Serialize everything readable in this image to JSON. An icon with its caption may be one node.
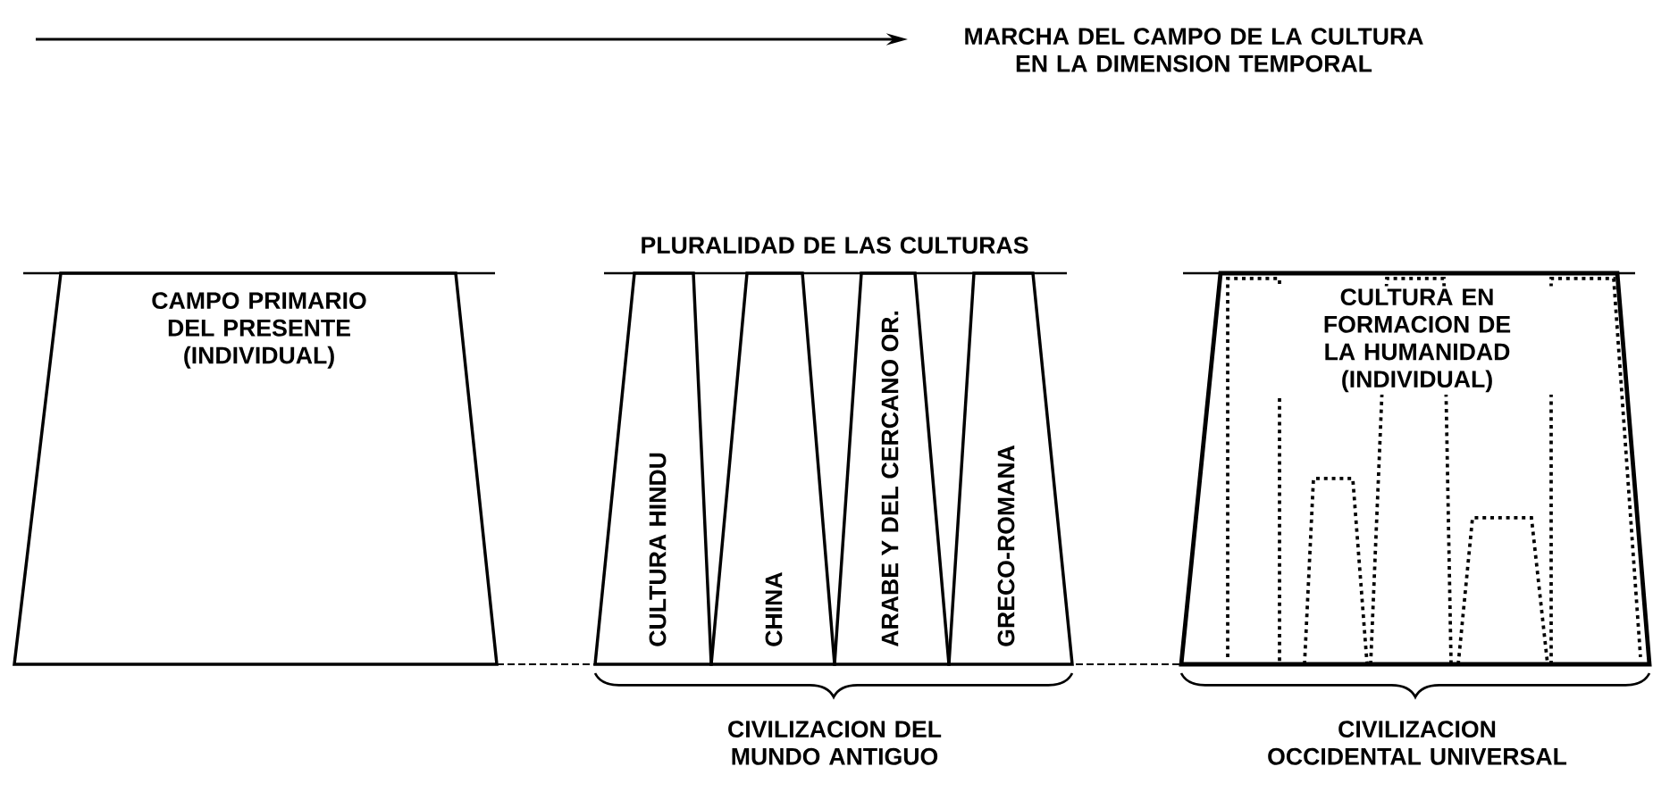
{
  "diagram": {
    "nodes": [
      {
        "text": [
          "CAMPO PRIMARIO DEL PRESENTE (INDIVIDUAL)"
        ]
      },
      {
        "text": [
          "CULTURA HINDU"
        ]
      },
      {
        "text": [
          "CHINA"
        ]
      },
      {
        "text": [
          "ARABE Y DEL CERCANO OR."
        ]
      },
      {
        "text": [
          "GRECO-ROMANA"
        ]
      },
      {
        "text": [
          "CULTURA EN FORMACION DE LA HUMANIDAD (INDIVIDUAL)"
        ]
      }
    ],
    "edges": [
      {
        "from": 0,
        "to": 5,
        "arrow": "none",
        "style": "dashed"
      }
    ],
    "labels": [
      "MARCHA DEL CAMPO DE LA CULTURA EN LA DIMENSION TEMPORAL",
      "PLURALIDAD DE LAS CULTURAS",
      "CIVILIZACION DEL MUNDO ANTIGUO",
      "CIVILIZACION OCCIDENTAL UNIVERSAL"
    ]
  }
}
